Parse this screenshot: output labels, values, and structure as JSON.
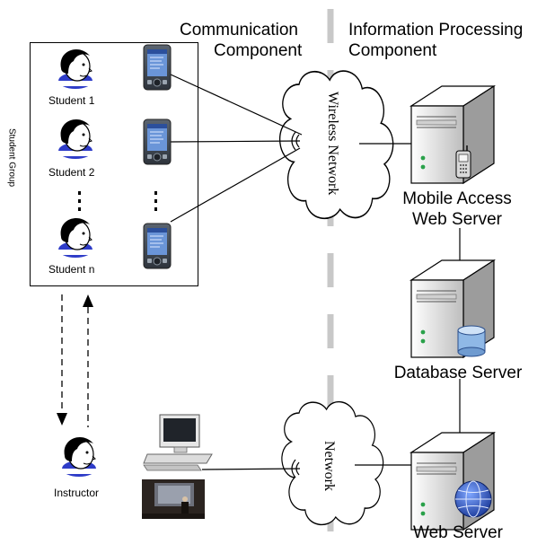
{
  "headers": {
    "communication": [
      "Communication",
      "Component"
    ],
    "processing": [
      "Information Processing",
      "Component"
    ]
  },
  "student_group": {
    "label": "Student Group",
    "students": [
      "Student 1",
      "Student 2",
      "Student n"
    ],
    "ellipsis": ":"
  },
  "instructor": {
    "label": "Instructor"
  },
  "networks": {
    "wireless": "Wireless Network",
    "wired": "Network"
  },
  "servers": {
    "mobile": [
      "Mobile Access",
      "Web Server"
    ],
    "database": "Database Server",
    "web": "Web Server"
  },
  "colors": {
    "divider": "#c8c8c8",
    "server_body": "#ececec",
    "hair": "#000000",
    "shirt": "#2e3cc8",
    "globe": "#2a4fbf",
    "db": "#8fb8e6"
  },
  "icons": {
    "person": "person-icon",
    "pda": "pda-icon",
    "server": "server-icon",
    "cloud": "cloud-icon",
    "computer": "desktop-computer-icon",
    "photo": "lecture-photo",
    "phone": "mobile-phone-icon",
    "database": "database-icon",
    "globe": "globe-icon"
  }
}
